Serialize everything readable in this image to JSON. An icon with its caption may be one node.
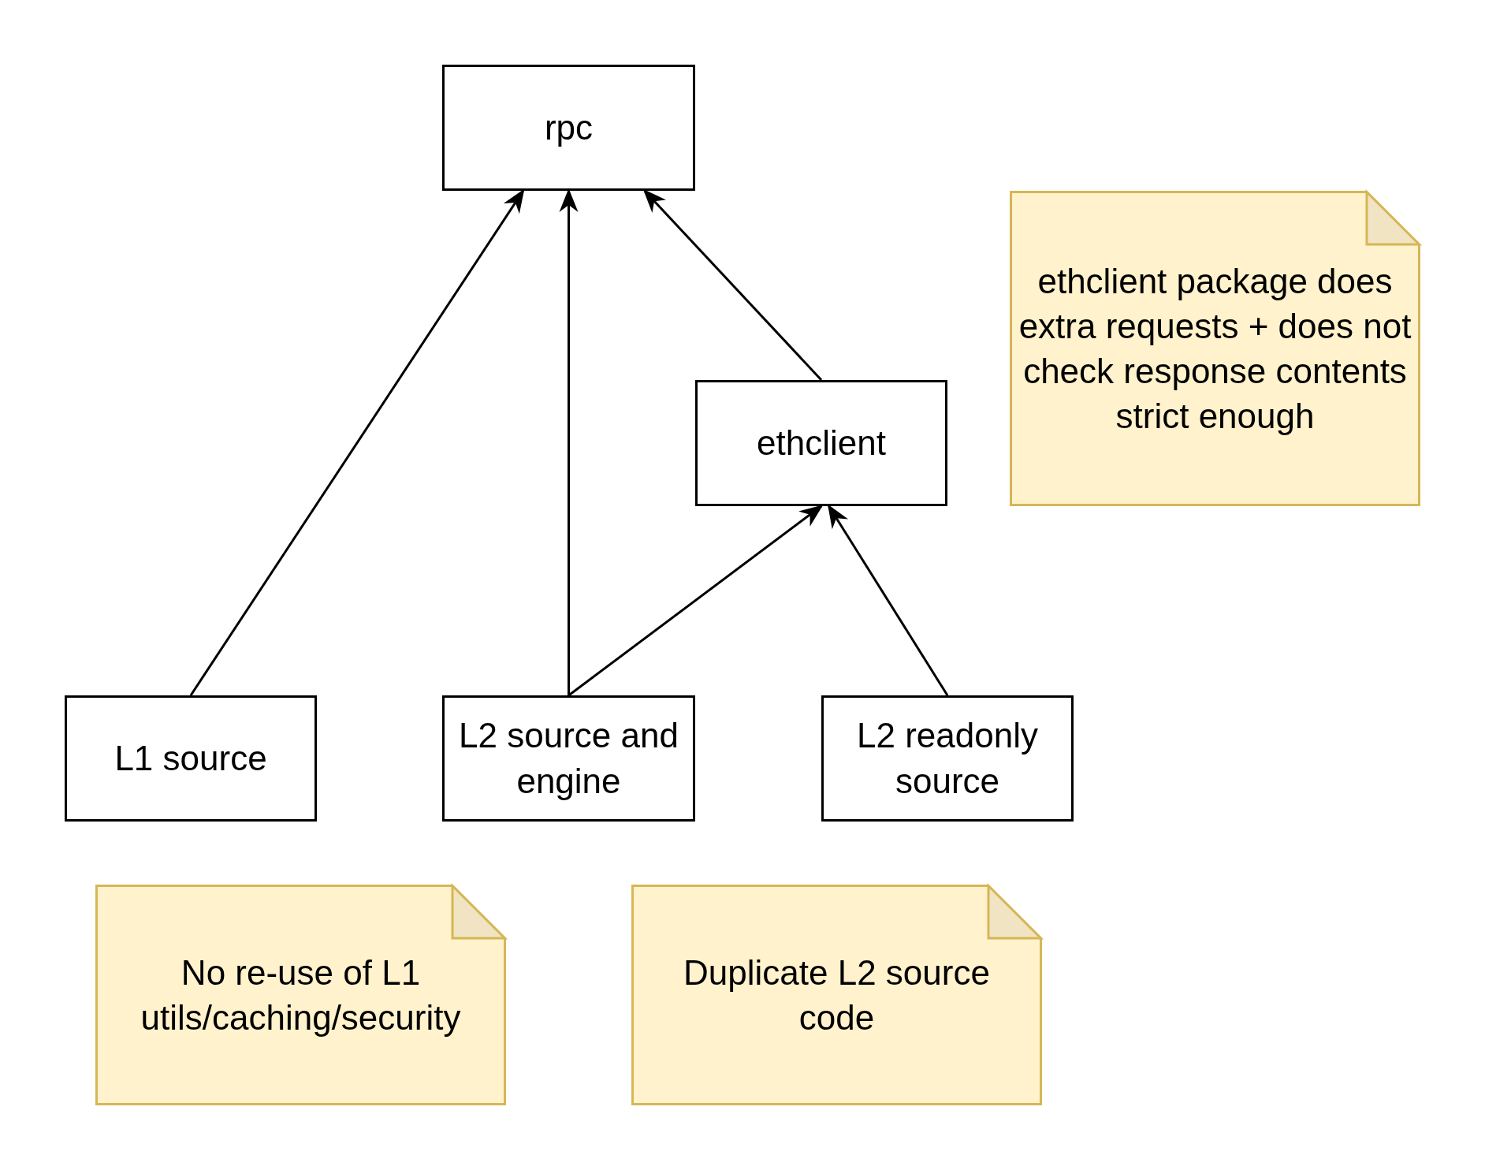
{
  "diagram": {
    "nodes": [
      {
        "text": [
          "rpc"
        ]
      },
      {
        "text": [
          "ethclient package does extra requests + does not check response contents strict enough"
        ]
      },
      {
        "text": [
          "ethclient"
        ]
      },
      {
        "text": [
          "L1 source"
        ]
      },
      {
        "text": [
          "L2 source and engine"
        ]
      },
      {
        "text": [
          "L2 readonly source"
        ]
      },
      {
        "text": [
          "No re-use of L1 utils/caching/security"
        ]
      },
      {
        "text": [
          "Duplicate L2 source code"
        ]
      }
    ],
    "edges": [
      {
        "from": 3,
        "to": 0,
        "arrow": "to"
      },
      {
        "from": 4,
        "to": 0,
        "arrow": "to"
      },
      {
        "from": 2,
        "to": 0,
        "arrow": "to"
      },
      {
        "from": 4,
        "to": 2,
        "arrow": "to"
      },
      {
        "from": 5,
        "to": 2,
        "arrow": "to"
      }
    ]
  }
}
